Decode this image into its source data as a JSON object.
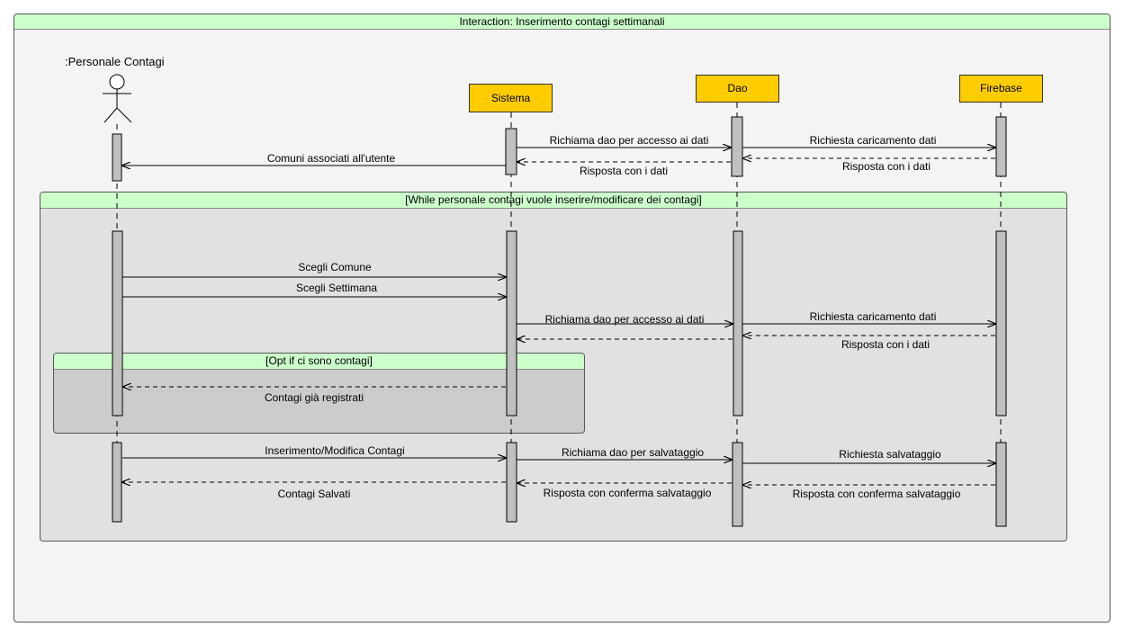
{
  "title": "Interaction: Inserimento contagi settimanali",
  "participants": {
    "actor": ":Personale Contagi",
    "sistema": "Sistema",
    "dao": "Dao",
    "firebase": "Firebase"
  },
  "fragments": {
    "loop": "[While personale contagi vuole inserire/modificare dei contagi]",
    "opt": "[Opt if ci sono contagi]"
  },
  "messages": {
    "m1": "Richiama dao per accesso ai dati",
    "m2": "Richiesta caricamento dati",
    "m3": "Risposta con i dati",
    "m4": "Risposta con i dati",
    "m5": "Comuni associati all'utente",
    "m6": "Scegli Comune",
    "m7": "Scegli Settimana",
    "m8": "Richiama dao per accesso ai dati",
    "m9": "Richiesta caricamento dati",
    "m10": "Risposta con i dati",
    "m11": "Contagi già registrati",
    "m12": "Inserimento/Modifica Contagi",
    "m13": "Richiama dao per salvataggio",
    "m14": "Richiesta salvataggio",
    "m15": "Risposta con conferma salvataggio",
    "m16": "Risposta con conferma salvataggio",
    "m17": "Contagi Salvati"
  },
  "colors": {
    "object_fill": "#ffcc00",
    "frame_header": "#ccffcc",
    "loop_fill": "#e1e1e1",
    "opt_fill": "#cccccc",
    "activation": "#c0c0c0"
  }
}
